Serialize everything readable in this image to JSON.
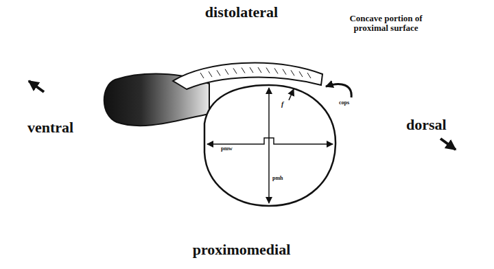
{
  "diagram": {
    "labels": [
      "distolateral",
      "ventral",
      "dorsal",
      "proximomedial",
      "Concave portion of proximal surface",
      "cops",
      "f",
      "pmw",
      "pmh"
    ]
  }
}
